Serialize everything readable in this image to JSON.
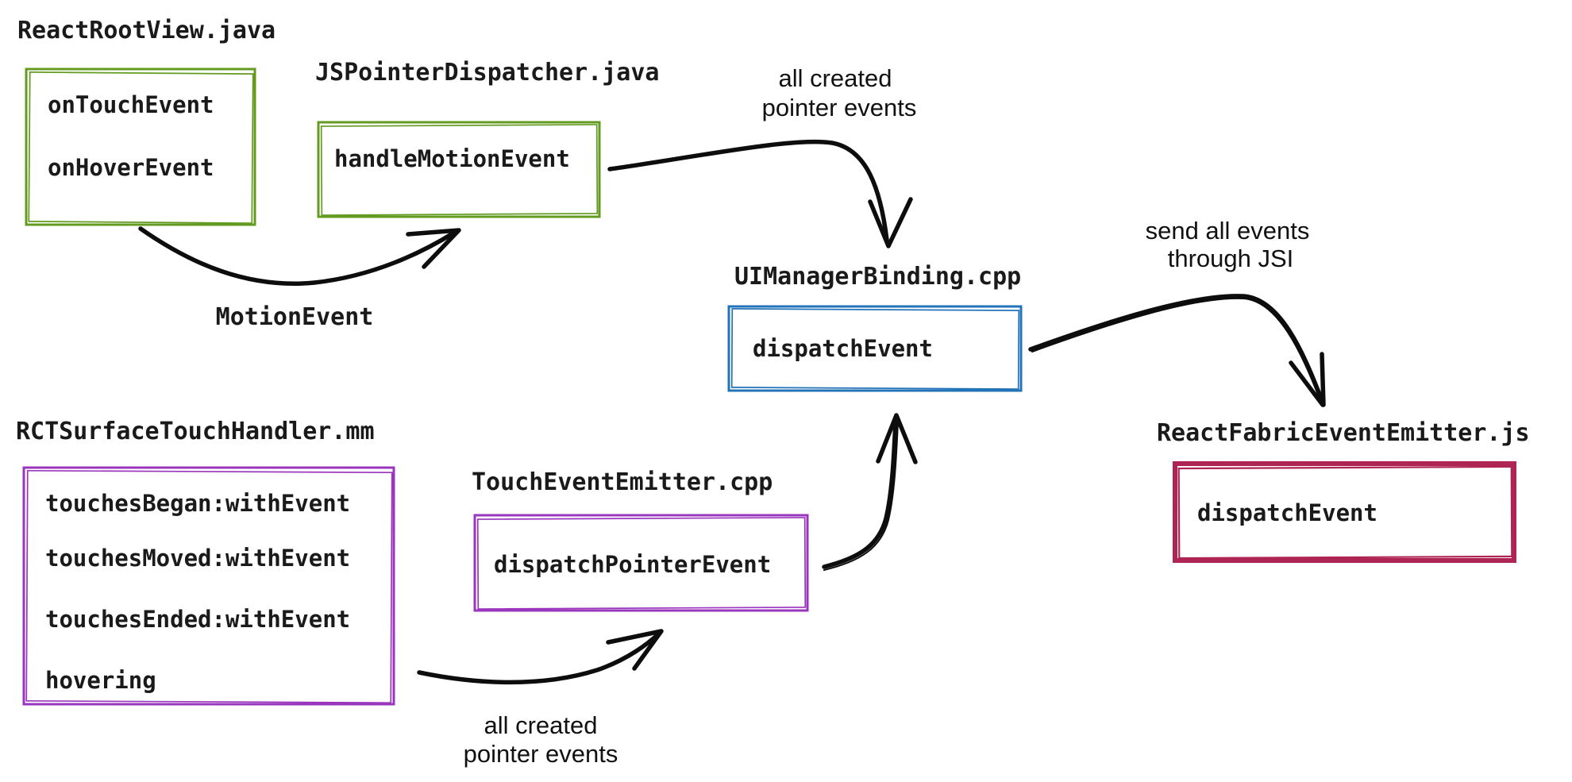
{
  "canvas": {
    "background": "#ffffff",
    "arrow_color": "#0d0d0d",
    "text_color": "#1a1a1a"
  },
  "nodes": [
    {
      "id": "react-root-view",
      "file": "ReactRootView.java",
      "border_color": "#639b21",
      "methods": [
        "onTouchEvent",
        "onHoverEvent"
      ]
    },
    {
      "id": "js-pointer-dispatcher",
      "file": "JSPointerDispatcher.java",
      "border_color": "#639b21",
      "methods": [
        "handleMotionEvent"
      ]
    },
    {
      "id": "ui-manager-binding",
      "file": "UIManagerBinding.cpp",
      "border_color": "#2273b8",
      "methods": [
        "dispatchEvent"
      ]
    },
    {
      "id": "react-fabric-event-emitter",
      "file": "ReactFabricEventEmitter.js",
      "border_color": "#ae2453",
      "methods": [
        "dispatchEvent"
      ]
    },
    {
      "id": "rct-surface-touch-handler",
      "file": "RCTSurfaceTouchHandler.mm",
      "border_color": "#9a35bd",
      "methods": [
        "touchesBegan:withEvent",
        "touchesMoved:withEvent",
        "touchesEnded:withEvent",
        "hovering"
      ]
    },
    {
      "id": "touch-event-emitter",
      "file": "TouchEventEmitter.cpp",
      "border_color": "#9a35bd",
      "methods": [
        "dispatchPointerEvent"
      ]
    }
  ],
  "edge_labels": [
    {
      "edge": "react-root-view to js-pointer-dispatcher",
      "lines": [
        "MotionEvent"
      ]
    },
    {
      "edge": "js-pointer-dispatcher to ui-manager-binding",
      "lines": [
        "all created",
        "pointer events"
      ]
    },
    {
      "edge": "ui-manager-binding to react-fabric-event-emitter",
      "lines": [
        "send all events",
        "through JSI"
      ]
    },
    {
      "edge": "rct-surface-touch-handler to touch-event-emitter",
      "lines": [
        "all created",
        "pointer events"
      ]
    },
    {
      "edge": "touch-event-emitter to ui-manager-binding",
      "lines": []
    }
  ]
}
